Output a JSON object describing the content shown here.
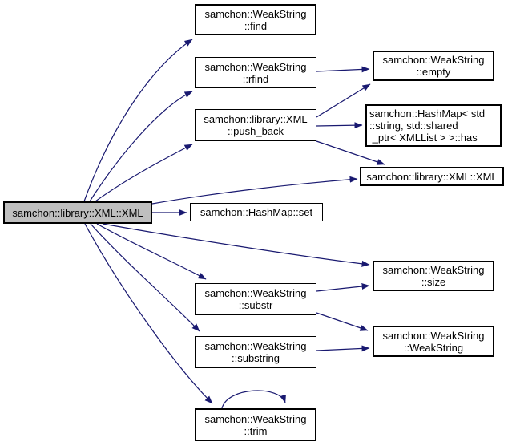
{
  "diagram": {
    "type": "doxygen-call-graph",
    "colors": {
      "background": "#ffffff",
      "edge": "#191970",
      "node_border": "#000000",
      "highlight_fill": "#bfbfbf"
    },
    "nodes": {
      "main": {
        "lines": [
          "samchon::library::XML::XML"
        ]
      },
      "find": {
        "lines": [
          "samchon::WeakString",
          "::find"
        ]
      },
      "rfind": {
        "lines": [
          "samchon::WeakString",
          "::rfind"
        ]
      },
      "push_back": {
        "lines": [
          "samchon::library::XML",
          "::push_back"
        ]
      },
      "empty": {
        "lines": [
          "samchon::WeakString",
          "::empty"
        ]
      },
      "has": {
        "lines": [
          "samchon::HashMap< std",
          "::string, std::shared",
          " _ptr< XMLList > >::has"
        ]
      },
      "xml2": {
        "lines": [
          "samchon::library::XML::XML"
        ]
      },
      "set": {
        "lines": [
          "samchon::HashMap::set"
        ]
      },
      "size": {
        "lines": [
          "samchon::WeakString",
          "::size"
        ]
      },
      "substr": {
        "lines": [
          "samchon::WeakString",
          "::substr"
        ]
      },
      "substring": {
        "lines": [
          "samchon::WeakString",
          "::substring"
        ]
      },
      "weakstring": {
        "lines": [
          "samchon::WeakString",
          "::WeakString"
        ]
      },
      "trim": {
        "lines": [
          "samchon::WeakString",
          "::trim"
        ]
      }
    },
    "edges": [
      {
        "from": "main",
        "to": "find"
      },
      {
        "from": "main",
        "to": "rfind"
      },
      {
        "from": "main",
        "to": "push_back"
      },
      {
        "from": "main",
        "to": "xml2"
      },
      {
        "from": "main",
        "to": "set"
      },
      {
        "from": "main",
        "to": "size"
      },
      {
        "from": "main",
        "to": "substr"
      },
      {
        "from": "main",
        "to": "substring"
      },
      {
        "from": "main",
        "to": "trim"
      },
      {
        "from": "rfind",
        "to": "empty"
      },
      {
        "from": "push_back",
        "to": "empty"
      },
      {
        "from": "push_back",
        "to": "has"
      },
      {
        "from": "push_back",
        "to": "xml2"
      },
      {
        "from": "substr",
        "to": "size"
      },
      {
        "from": "substr",
        "to": "weakstring"
      },
      {
        "from": "substring",
        "to": "weakstring"
      },
      {
        "from": "trim",
        "to": "trim"
      }
    ]
  }
}
